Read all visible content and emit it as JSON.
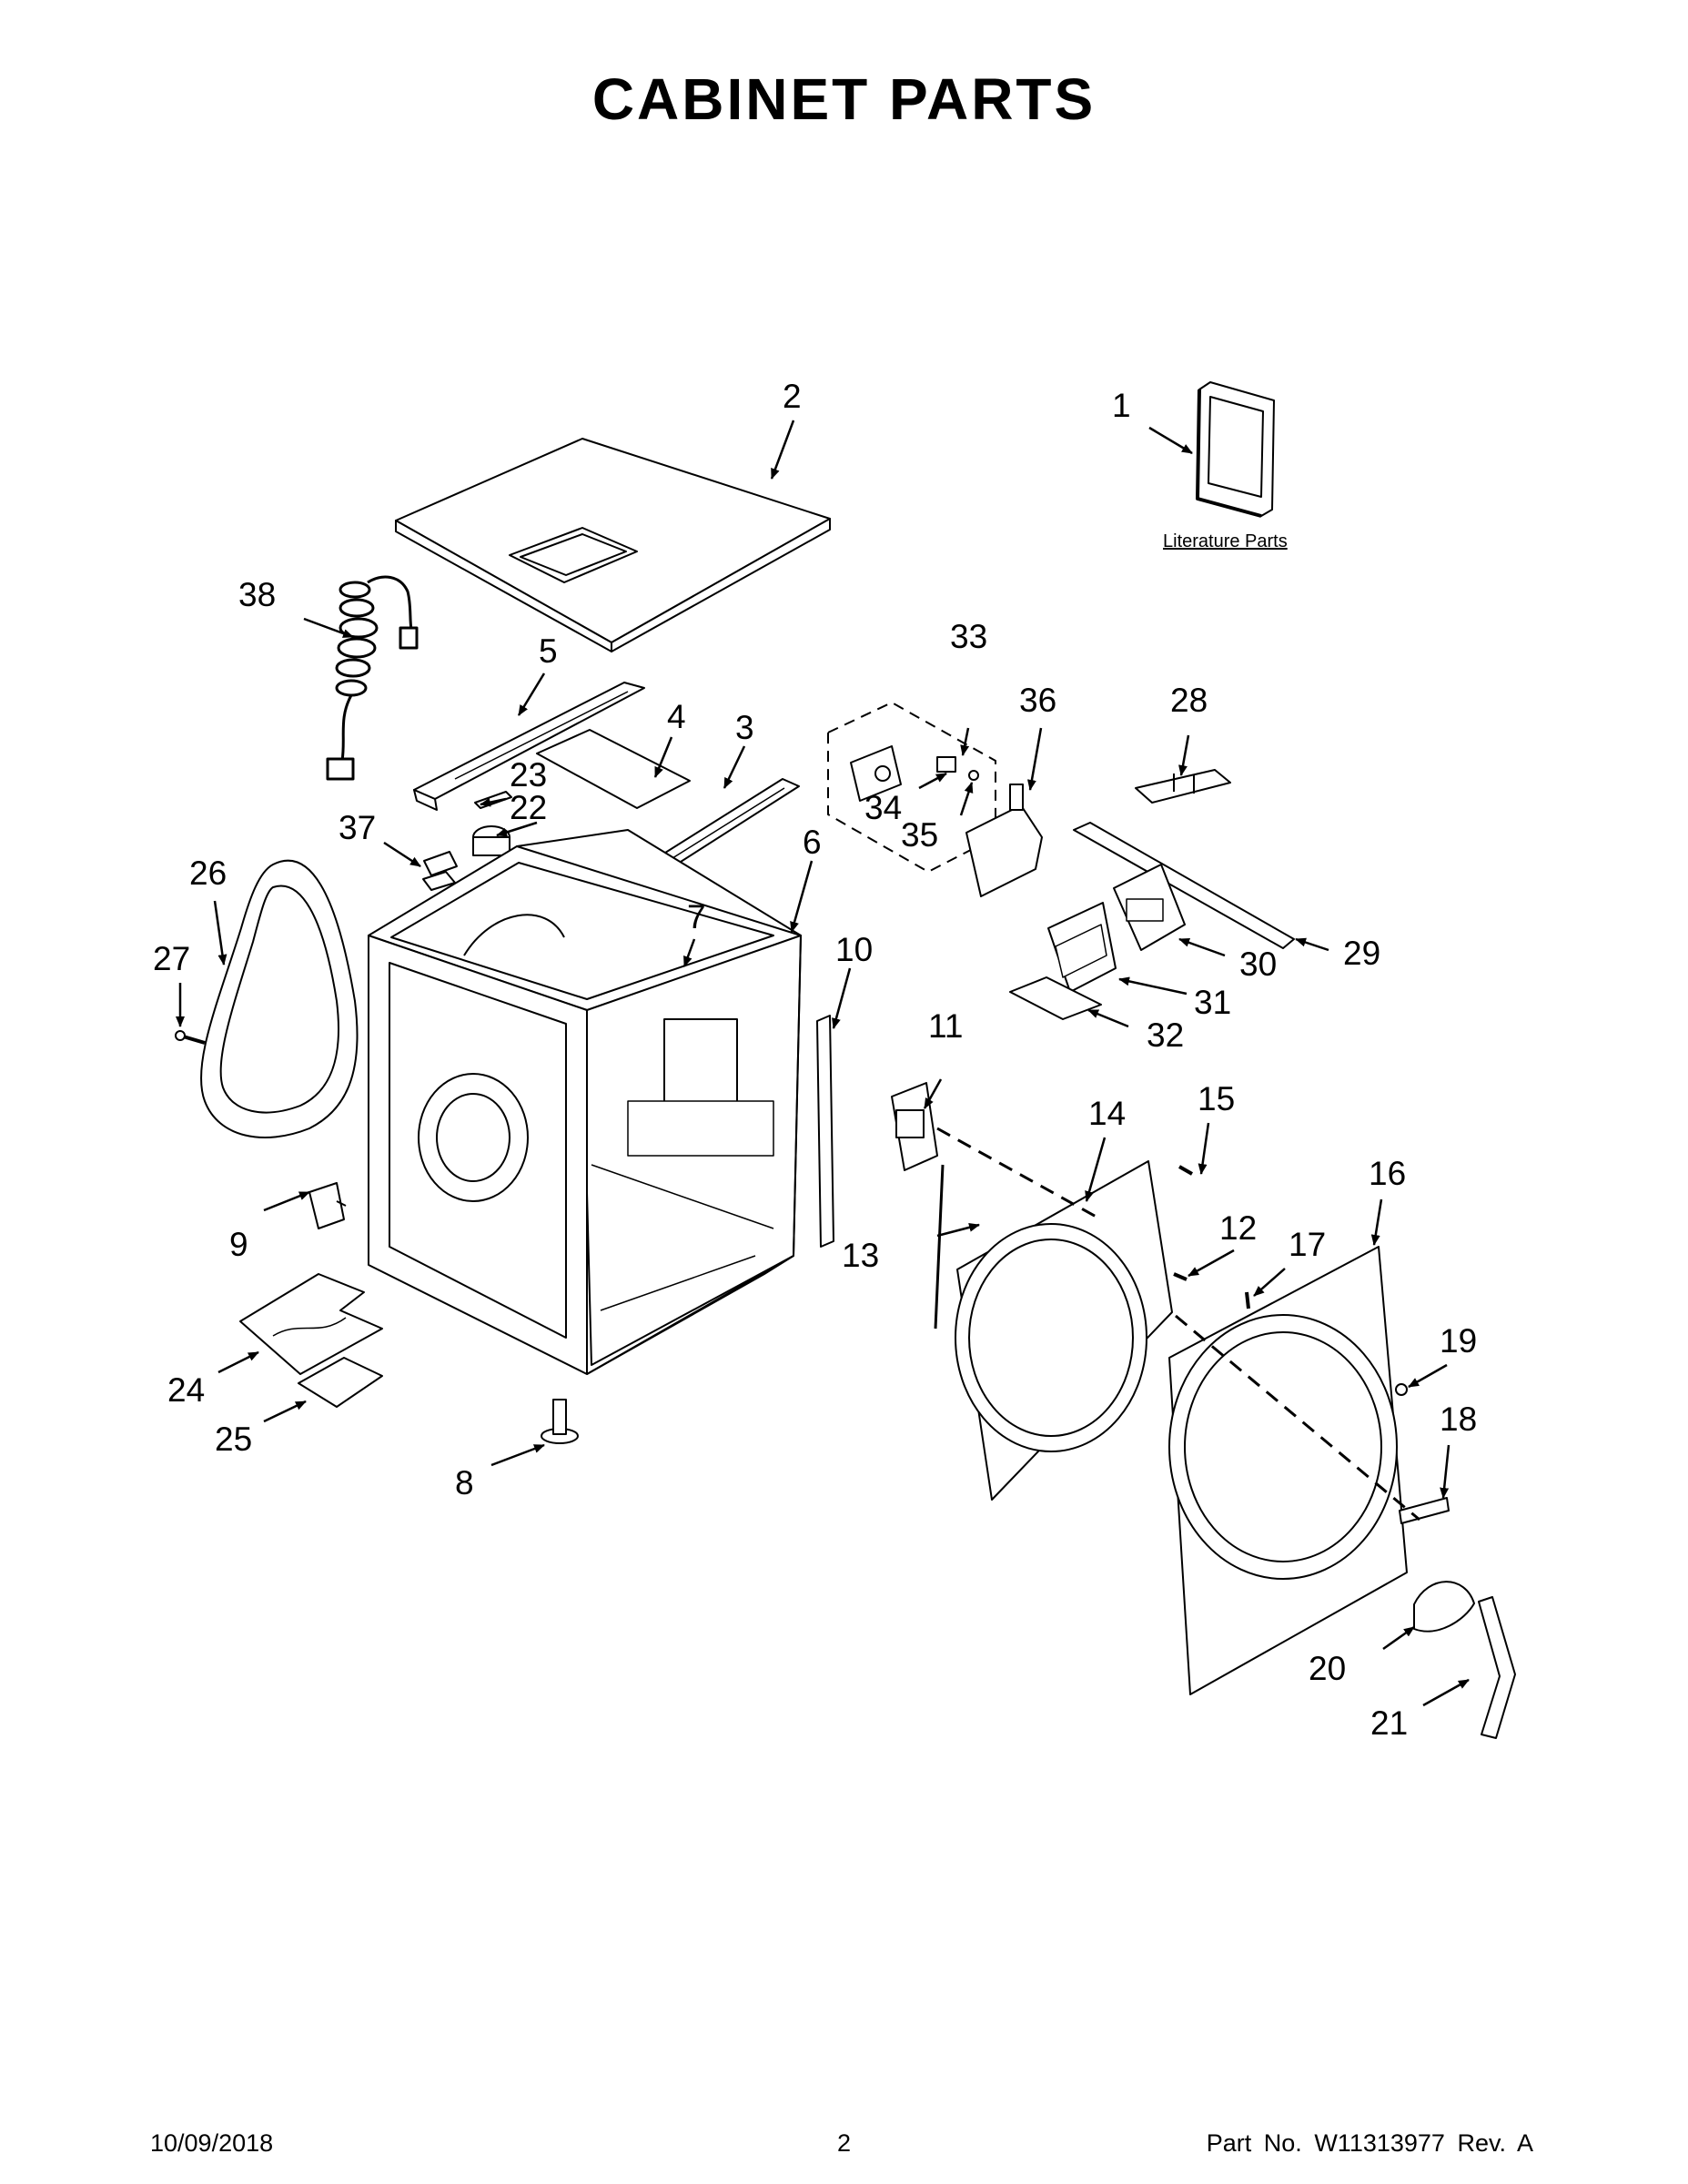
{
  "title": "CABINET PARTS",
  "literature_label": "Literature Parts",
  "callouts": [
    "1",
    "2",
    "3",
    "4",
    "5",
    "6",
    "7",
    "8",
    "9",
    "10",
    "11",
    "12",
    "13",
    "14",
    "15",
    "16",
    "17",
    "18",
    "19",
    "20",
    "21",
    "22",
    "23",
    "24",
    "25",
    "26",
    "27",
    "28",
    "29",
    "30",
    "31",
    "32",
    "33",
    "34",
    "35",
    "36",
    "37",
    "38"
  ],
  "footer": {
    "date": "10/09/2018",
    "page": "2",
    "part_label": "Part No.",
    "part_number": "W11313977",
    "rev_label": "Rev.",
    "rev": "A"
  }
}
